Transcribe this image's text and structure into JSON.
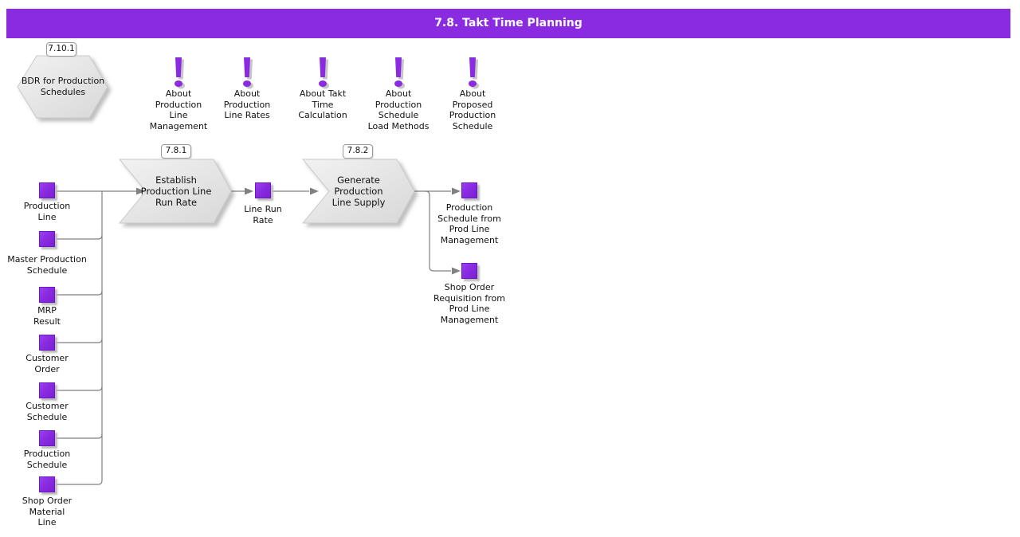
{
  "banner": {
    "title": "7.8. Takt Time Planning"
  },
  "colors": {
    "accent": "#8a2be2",
    "connector": "#818181",
    "text": "#111111",
    "shape-stroke": "#c9c9c9"
  },
  "hexagon": {
    "ref": "7.10.1",
    "label": "BDR for Production\nSchedules"
  },
  "info_icons": [
    {
      "label": "About\nProduction\nLine\nManagement"
    },
    {
      "label": "About\nProduction\nLine Rates"
    },
    {
      "label": "About Takt\nTime\nCalculation"
    },
    {
      "label": "About\nProduction\nSchedule\nLoad Methods"
    },
    {
      "label": "About\nProposed\nProduction\nSchedule"
    }
  ],
  "processes": [
    {
      "ref": "7.8.1",
      "label": "Establish\nProduction Line\nRun Rate"
    },
    {
      "ref": "7.8.2",
      "label": "Generate\nProduction\nLine Supply"
    }
  ],
  "inputs": [
    {
      "label": "Production\nLine"
    },
    {
      "label": "Master Production\nSchedule"
    },
    {
      "label": "MRP\nResult"
    },
    {
      "label": "Customer\nOrder"
    },
    {
      "label": "Customer\nSchedule"
    },
    {
      "label": "Production\nSchedule"
    },
    {
      "label": "Shop Order\nMaterial\nLine"
    }
  ],
  "intermediates": [
    {
      "label": "Line Run\nRate"
    }
  ],
  "outputs": [
    {
      "label": "Production\nSchedule from\nProd Line\nManagement"
    },
    {
      "label": "Shop Order\nRequisition from\nProd Line\nManagement"
    }
  ]
}
